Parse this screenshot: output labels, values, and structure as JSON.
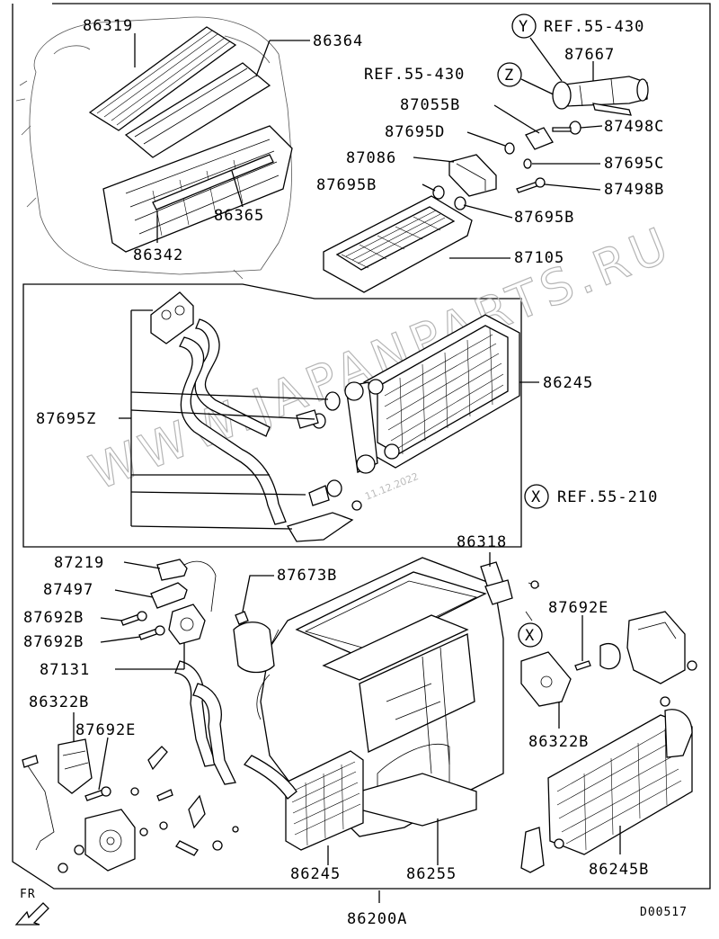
{
  "labels": {
    "p86319": "86319",
    "p86364": "86364",
    "p86365": "86365",
    "p86342": "86342",
    "p87667": "87667",
    "p87055B": "87055B",
    "p87695D": "87695D",
    "p87498C": "87498C",
    "p87086": "87086",
    "p87695C": "87695C",
    "p87695B_a": "87695B",
    "p87498B": "87498B",
    "p87695B_b": "87695B",
    "p87105": "87105",
    "p86245_top": "86245",
    "p87695Z": "87695Z",
    "p87219": "87219",
    "p87673B": "87673B",
    "p86318": "86318",
    "p87497": "87497",
    "p87692B_a": "87692B",
    "p87692B_b": "87692B",
    "p87131": "87131",
    "p87692E_r": "87692E",
    "p86322B_l": "86322B",
    "p87692E_l": "87692E",
    "p86322B_r": "86322B",
    "p86245_bottom": "86245",
    "p86255": "86255",
    "p86245B": "86245B",
    "p86200A": "86200A"
  },
  "refs": {
    "y_ref": "REF.55-430",
    "z_ref": "REF.55-430",
    "x_ref": "REF.55-210"
  },
  "markers": {
    "y": "Y",
    "z": "Z",
    "x": "X"
  },
  "watermark": "WWW.JAPANPARTS.RU",
  "watermark_small": "11.12.2022",
  "fr_label": "FR",
  "drawing_code": "D00517"
}
